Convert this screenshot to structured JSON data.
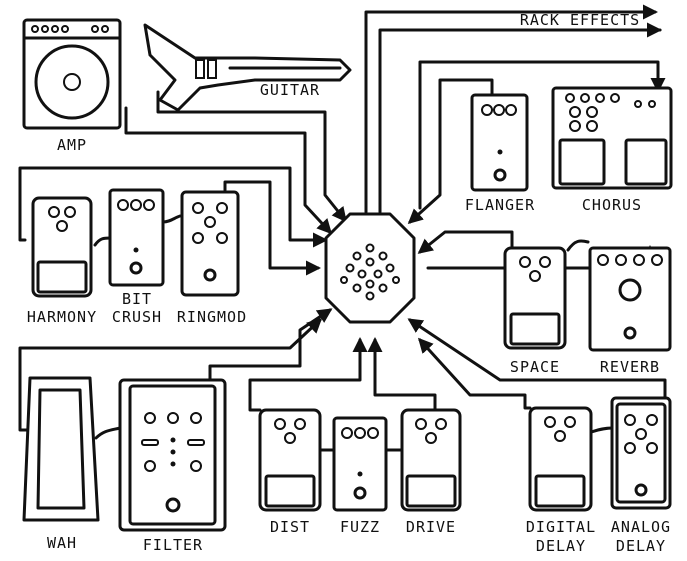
{
  "labels": {
    "rack_effects": "RACK EFFECTS",
    "amp": "AMP",
    "guitar": "GUITAR",
    "flanger": "FLANGER",
    "chorus": "CHORUS",
    "harmony": "HARMONY",
    "bit_line1": "BIT",
    "bit_line2": "CRUSH",
    "ringmod": "RINGMOD",
    "space": "SPACE",
    "reverb": "REVERB",
    "wah": "WAH",
    "filter": "FILTER",
    "dist": "DIST",
    "fuzz": "FUZZ",
    "drive": "DRIVE",
    "digital_line1": "DIGITAL",
    "digital_line2": "DELAY",
    "analog_line1": "ANALOG",
    "analog_line2": "DELAY"
  },
  "colors": {
    "ink": "#111111",
    "background": "#ffffff"
  }
}
